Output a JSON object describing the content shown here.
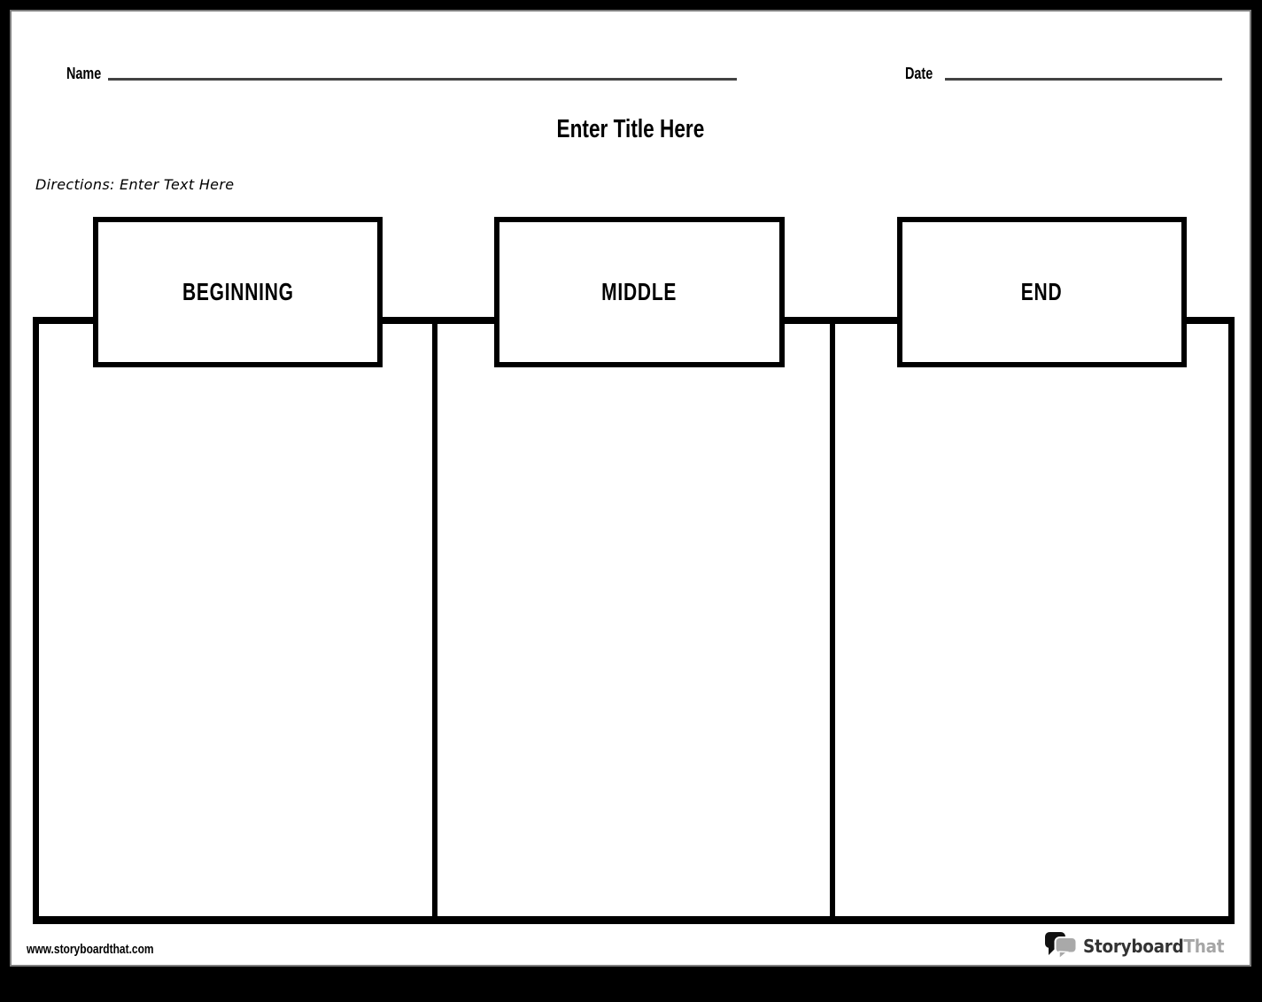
{
  "header": {
    "name_label": "Name",
    "date_label": "Date",
    "title": "Enter Title Here",
    "directions": "Directions: Enter Text Here"
  },
  "organizer": {
    "columns": [
      {
        "label": "BEGINNING"
      },
      {
        "label": "MIDDLE"
      },
      {
        "label": "END"
      }
    ]
  },
  "footer": {
    "website": "www.storyboardthat.com",
    "brand_primary": "Storyboard",
    "brand_secondary": "That"
  },
  "colors": {
    "frame": "#000000",
    "page_edge": "#7f7f7f",
    "blank_line": "#434343",
    "box_border": "#000000",
    "brand_dark": "#333333",
    "brand_gray": "#a6a6a6",
    "bubble_black": "#111111",
    "bubble_gray": "#a9a9a9"
  }
}
